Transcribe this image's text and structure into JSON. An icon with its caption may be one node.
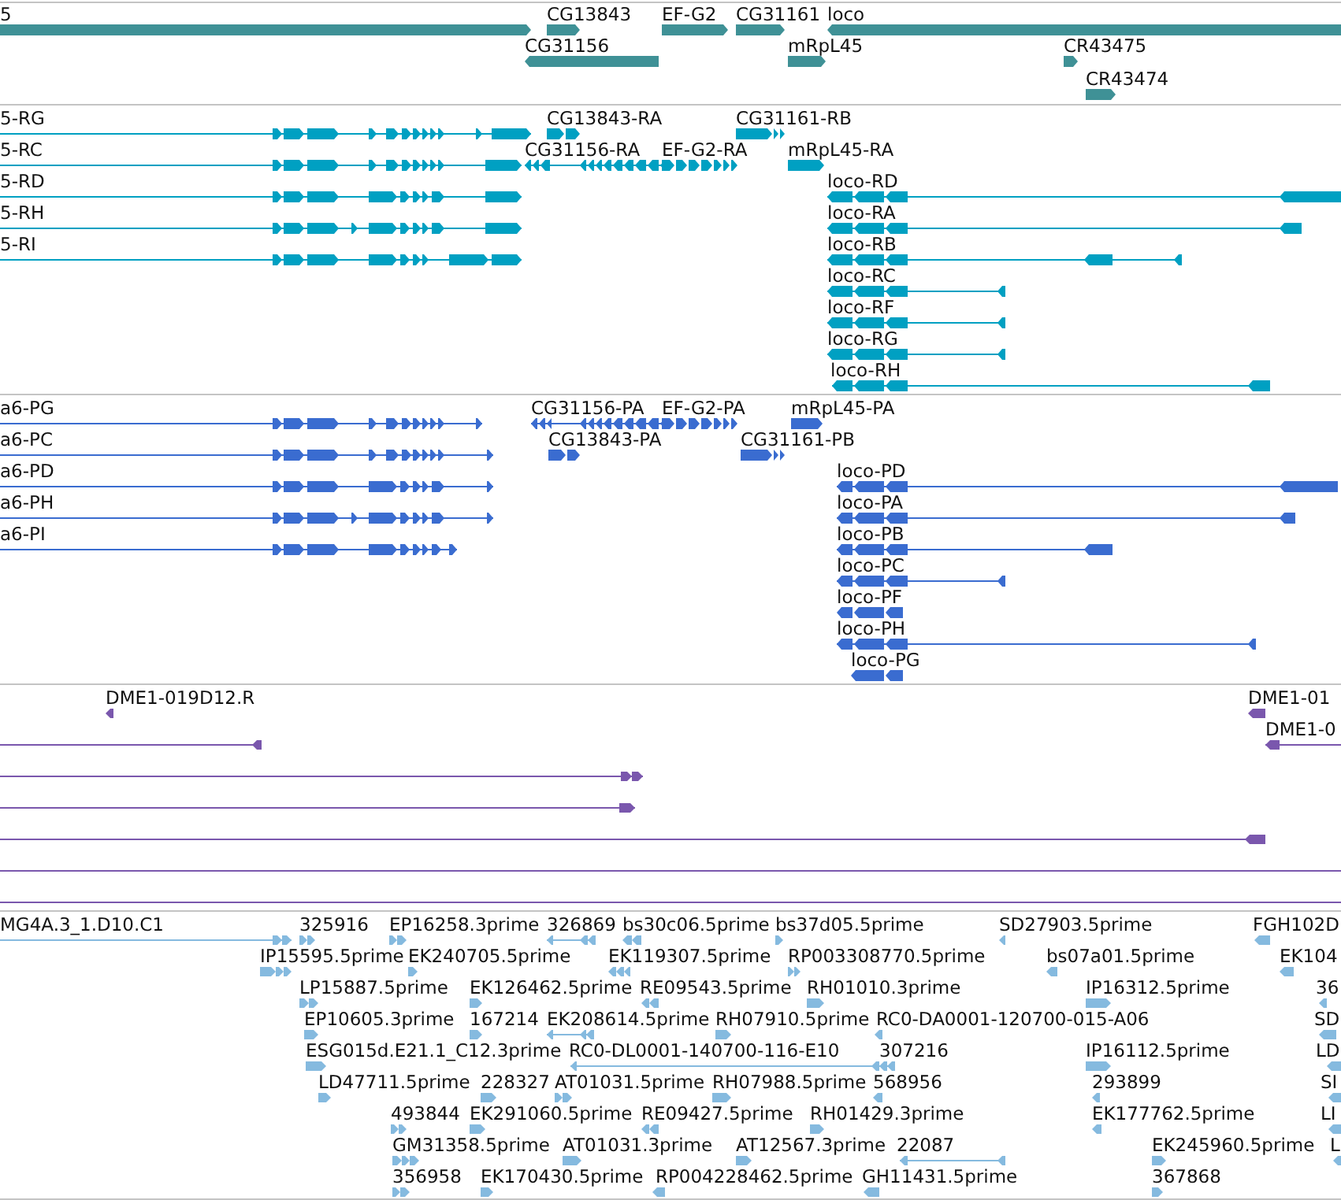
{
  "diagram": {
    "labels": [
      "5",
      "CG13843",
      "EF-G2",
      "CG31161",
      "loco",
      "CG31156",
      "mRpL45",
      "CR43475",
      "CR43474",
      "5-RG",
      "CG13843-RA",
      "CG31161-RB",
      "5-RC",
      "CG31156-RA",
      "EF-G2-RA",
      "mRpL45-RA",
      "5-RD",
      "loco-RD",
      "5-RH",
      "loco-RA",
      "5-RI",
      "loco-RB",
      "loco-RC",
      "loco-RF",
      "loco-RG",
      "loco-RH",
      "a6-PG",
      "CG31156-PA",
      "EF-G2-PA",
      "mRpL45-PA",
      "a6-PC",
      "CG13843-PA",
      "CG31161-PB",
      "a6-PD",
      "loco-PD",
      "a6-PH",
      "loco-PA",
      "a6-PI",
      "loco-PB",
      "loco-PC",
      "loco-PF",
      "loco-PH",
      "loco-PG",
      "DME1-019D12.R",
      "DME1-01",
      "DME1-0",
      "MG4A.3_1.D10.C1",
      "325916",
      "EP16258.3prime",
      "326869",
      "bs30c06.5prime",
      "bs37d05.5prime",
      "SD27903.5prime",
      "FGH102D",
      "IP15595.5prime",
      "EK240705.5prime",
      "EK119307.5prime",
      "RP003308770.5prime",
      "bs07a01.5prime",
      "EK104",
      "LP15887.5prime",
      "EK126462.5prime",
      "RE09543.5prime",
      "RH01010.3prime",
      "IP16312.5prime",
      "36",
      "EP10605.3prime",
      "167214",
      "EK208614.5prime",
      "RH07910.5prime",
      "RC0-DA0001-120700-015-A06",
      "SD",
      "ESG015d.E21.1_C12.3prime",
      "RC0-DL0001-140700-116-E10",
      "307216",
      "IP16112.5prime",
      "LD",
      "LD47711.5prime",
      "228327",
      "AT01031.5prime",
      "RH07988.5prime",
      "568956",
      "293899",
      "SI",
      "493844",
      "EK291060.5prime",
      "RE09427.5prime",
      "RH01429.3prime",
      "EK177762.5prime",
      "LI",
      "GM31358.5prime",
      "AT01031.3prime",
      "AT12567.3prime",
      "22087",
      "EK245960.5prime",
      "L",
      "356958",
      "EK170430.5prime",
      "RP004228462.5prime",
      "GH11431.5prime",
      "367868"
    ]
  }
}
